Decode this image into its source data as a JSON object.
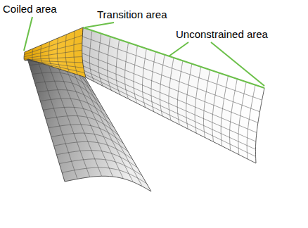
{
  "diagram": {
    "labels": [
      "Coiled area",
      "Transition area",
      "Unconstrained area"
    ]
  }
}
